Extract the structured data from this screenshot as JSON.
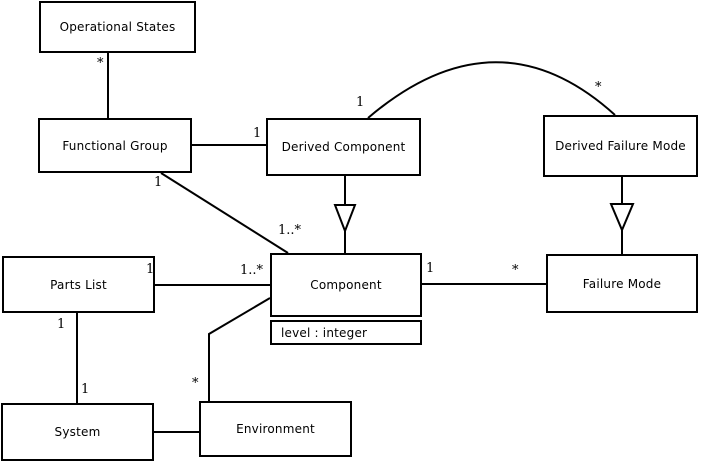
{
  "diagram": {
    "background": "#ffffff",
    "line_color": "#000000",
    "classes": {
      "operational_states": {
        "name": "Operational States"
      },
      "functional_group": {
        "name": "Functional Group"
      },
      "derived_component": {
        "name": "Derived Component"
      },
      "derived_failure_mode": {
        "name": "Derived Failure Mode"
      },
      "parts_list": {
        "name": "Parts List"
      },
      "component": {
        "name": "Component",
        "attribute": "level : integer"
      },
      "failure_mode": {
        "name": "Failure Mode"
      },
      "system": {
        "name": "System"
      },
      "environment": {
        "name": "Environment"
      }
    },
    "multiplicities": {
      "opstates_fg": "*",
      "fg_dc": "1",
      "fg_component_near": "1",
      "fg_component_far": "1..*",
      "dc_dfm_left": "1",
      "dc_dfm_right": "*",
      "partslist_component_near": "1",
      "partslist_component_far": "1..*",
      "component_fm_near": "1",
      "component_fm_far": "*",
      "component_env": "*",
      "partslist_system_near": "1",
      "partslist_system_far": "1"
    }
  }
}
